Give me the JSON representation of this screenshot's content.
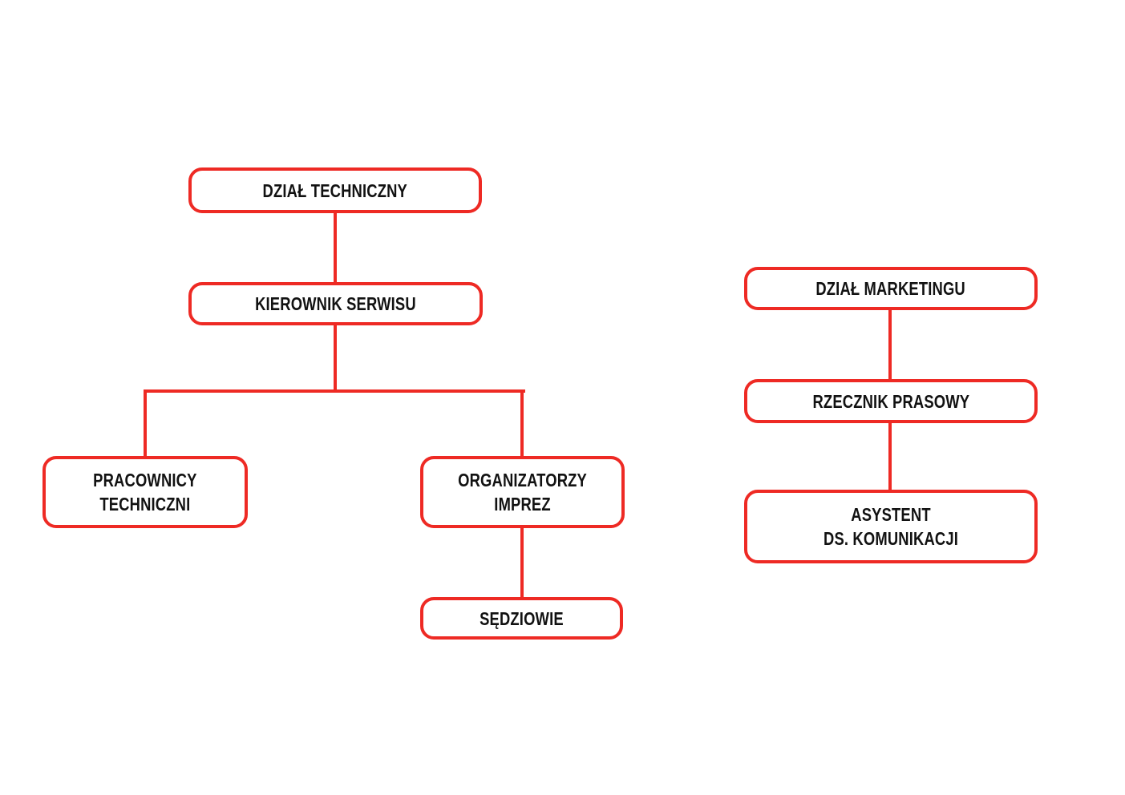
{
  "theme": {
    "accent_red": "#ee2a24",
    "text_color": "#121212",
    "background": "#ffffff"
  },
  "diagram": {
    "type": "org-chart",
    "nodes": {
      "dzial_techniczny": {
        "label": "DZIAŁ TECHNICZNY"
      },
      "kierownik_serwisu": {
        "label": "KIEROWNIK SERWISU"
      },
      "pracownicy_techniczni": {
        "line1": "PRACOWNICY",
        "line2": "TECHNICZNI"
      },
      "organizatorzy_imprez": {
        "line1": "ORGANIZATORZY",
        "line2": "IMPREZ"
      },
      "sedziowie": {
        "label": "SĘDZIOWIE"
      },
      "dzial_marketingu": {
        "label": "DZIAŁ MARKETINGU"
      },
      "rzecznik_prasowy": {
        "label": "RZECZNIK PRASOWY"
      },
      "asystent_ds_komunikacji": {
        "line1": "ASYSTENT",
        "line2": "DS. KOMUNIKACJI"
      }
    },
    "edges": [
      {
        "from": "dzial_techniczny",
        "to": "kierownik_serwisu"
      },
      {
        "from": "kierownik_serwisu",
        "to": "pracownicy_techniczni"
      },
      {
        "from": "kierownik_serwisu",
        "to": "organizatorzy_imprez"
      },
      {
        "from": "organizatorzy_imprez",
        "to": "sedziowie"
      },
      {
        "from": "dzial_marketingu",
        "to": "rzecznik_prasowy"
      },
      {
        "from": "rzecznik_prasowy",
        "to": "asystent_ds_komunikacji"
      }
    ]
  }
}
